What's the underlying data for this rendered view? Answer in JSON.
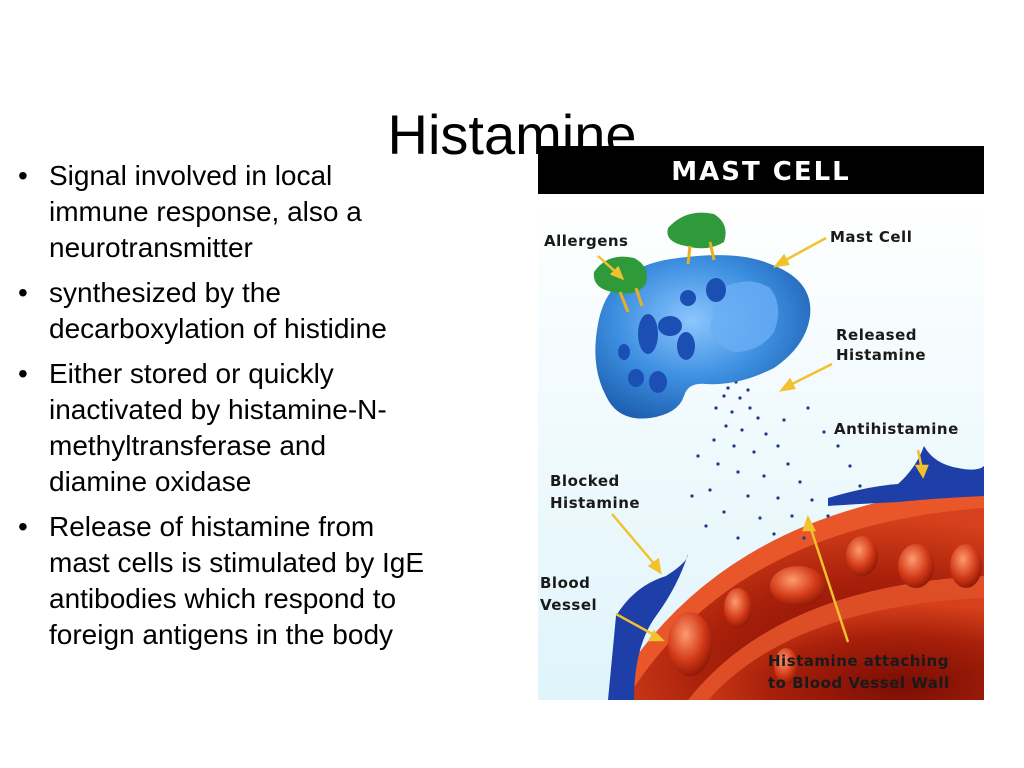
{
  "slide": {
    "title": "Histamine",
    "bullets": [
      "Signal involved in local\nimmune response, also a\nneurotransmitter",
      "synthesized by the\ndecarboxylation of histidine",
      "Either stored or quickly\ninactivated by  histamine-N-\nmethyltransferase and\ndiamine oxidase",
      " Release of histamine from\nmast cells is stimulated by IgE\nantibodies which respond to\nforeign antigens in the body"
    ],
    "bullet_glyph": "•"
  },
  "figure": {
    "banner": "MAST CELL",
    "labels": {
      "allergens": "Allergens",
      "mast_cell": "Mast Cell",
      "released_1": "Released",
      "released_2": "Histamine",
      "antihistamine": "Antihistamine",
      "blocked_1": "Blocked",
      "blocked_2": "Histamine",
      "blood_1": "Blood",
      "blood_2": "Vessel",
      "attach_1": "Histamine attaching",
      "attach_2": "to Blood Vessel Wall"
    },
    "colors": {
      "banner_bg": "#000000",
      "cell_blue": "#3d8fe0",
      "allergen_green": "#2e9a3a",
      "vessel_red": "#c0280f",
      "arrow_yellow": "#f2c12e",
      "antihistamine_blue": "#1e3fa8"
    }
  }
}
